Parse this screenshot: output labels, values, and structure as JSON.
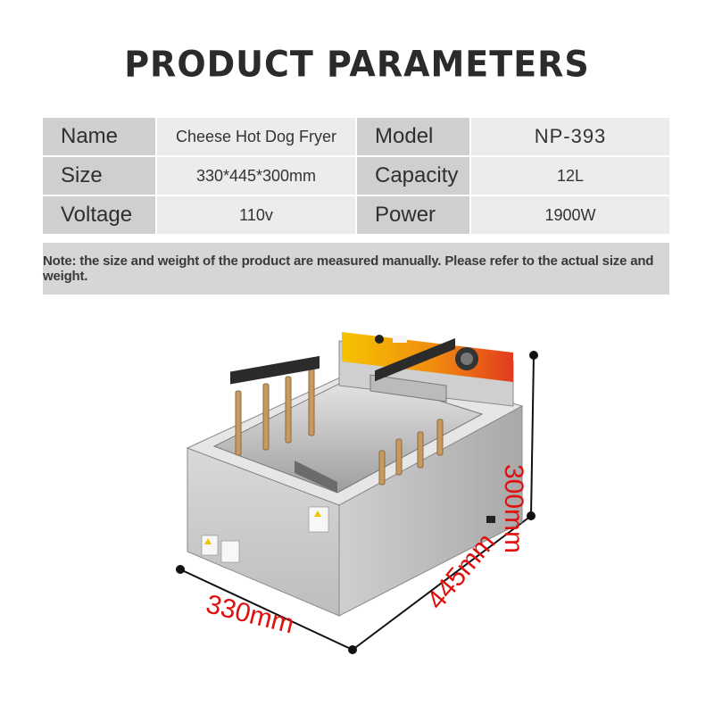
{
  "title": "PRODUCT PARAMETERS",
  "params": {
    "rows": [
      {
        "label1": "Name",
        "value1": "Cheese Hot Dog Fryer",
        "label2": "Model",
        "value2": "NP-393"
      },
      {
        "label1": "Size",
        "value1": "330*445*300mm",
        "label2": "Capacity",
        "value2": "12L"
      },
      {
        "label1": "Voltage",
        "value1": "110v",
        "label2": "Power",
        "value2": "1900W"
      }
    ]
  },
  "note": "Note: the size and weight of the product are measured manually. Please refer to the actual size and weight.",
  "dimensions": {
    "height": "300mm",
    "width": "330mm",
    "depth": "445mm"
  },
  "colors": {
    "dimension": "#e01010",
    "label_bg": "#cfcfcf",
    "value_bg": "#ececec",
    "note_bg": "#d6d6d6",
    "panel_yellow": "#f5c400",
    "panel_red": "#e23b1e"
  }
}
